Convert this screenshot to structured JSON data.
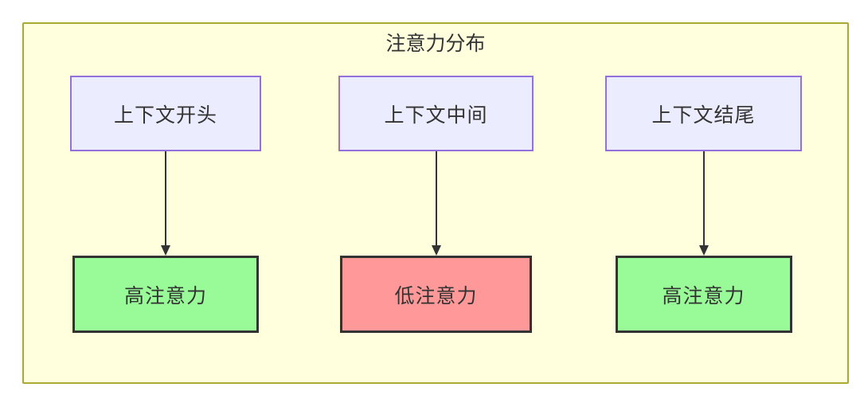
{
  "diagram": {
    "title": "注意力分布",
    "colors": {
      "container_background": "#ffffde",
      "container_border": "#aaaa33",
      "source_node_background": "#ececff",
      "source_node_border": "#9370db",
      "high_attention_background": "#98fb98",
      "low_attention_background": "#ff9999",
      "result_node_border": "#333333",
      "arrow": "#333333",
      "text": "#333333"
    },
    "flows": [
      {
        "source": {
          "label": "上下文开头"
        },
        "target": {
          "label": "高注意力",
          "type": "high",
          "bg": "#98fb98"
        }
      },
      {
        "source": {
          "label": "上下文中间"
        },
        "target": {
          "label": "低注意力",
          "type": "low",
          "bg": "#ff9999"
        }
      },
      {
        "source": {
          "label": "上下文结尾"
        },
        "target": {
          "label": "高注意力",
          "type": "high",
          "bg": "#98fb98"
        }
      }
    ]
  }
}
